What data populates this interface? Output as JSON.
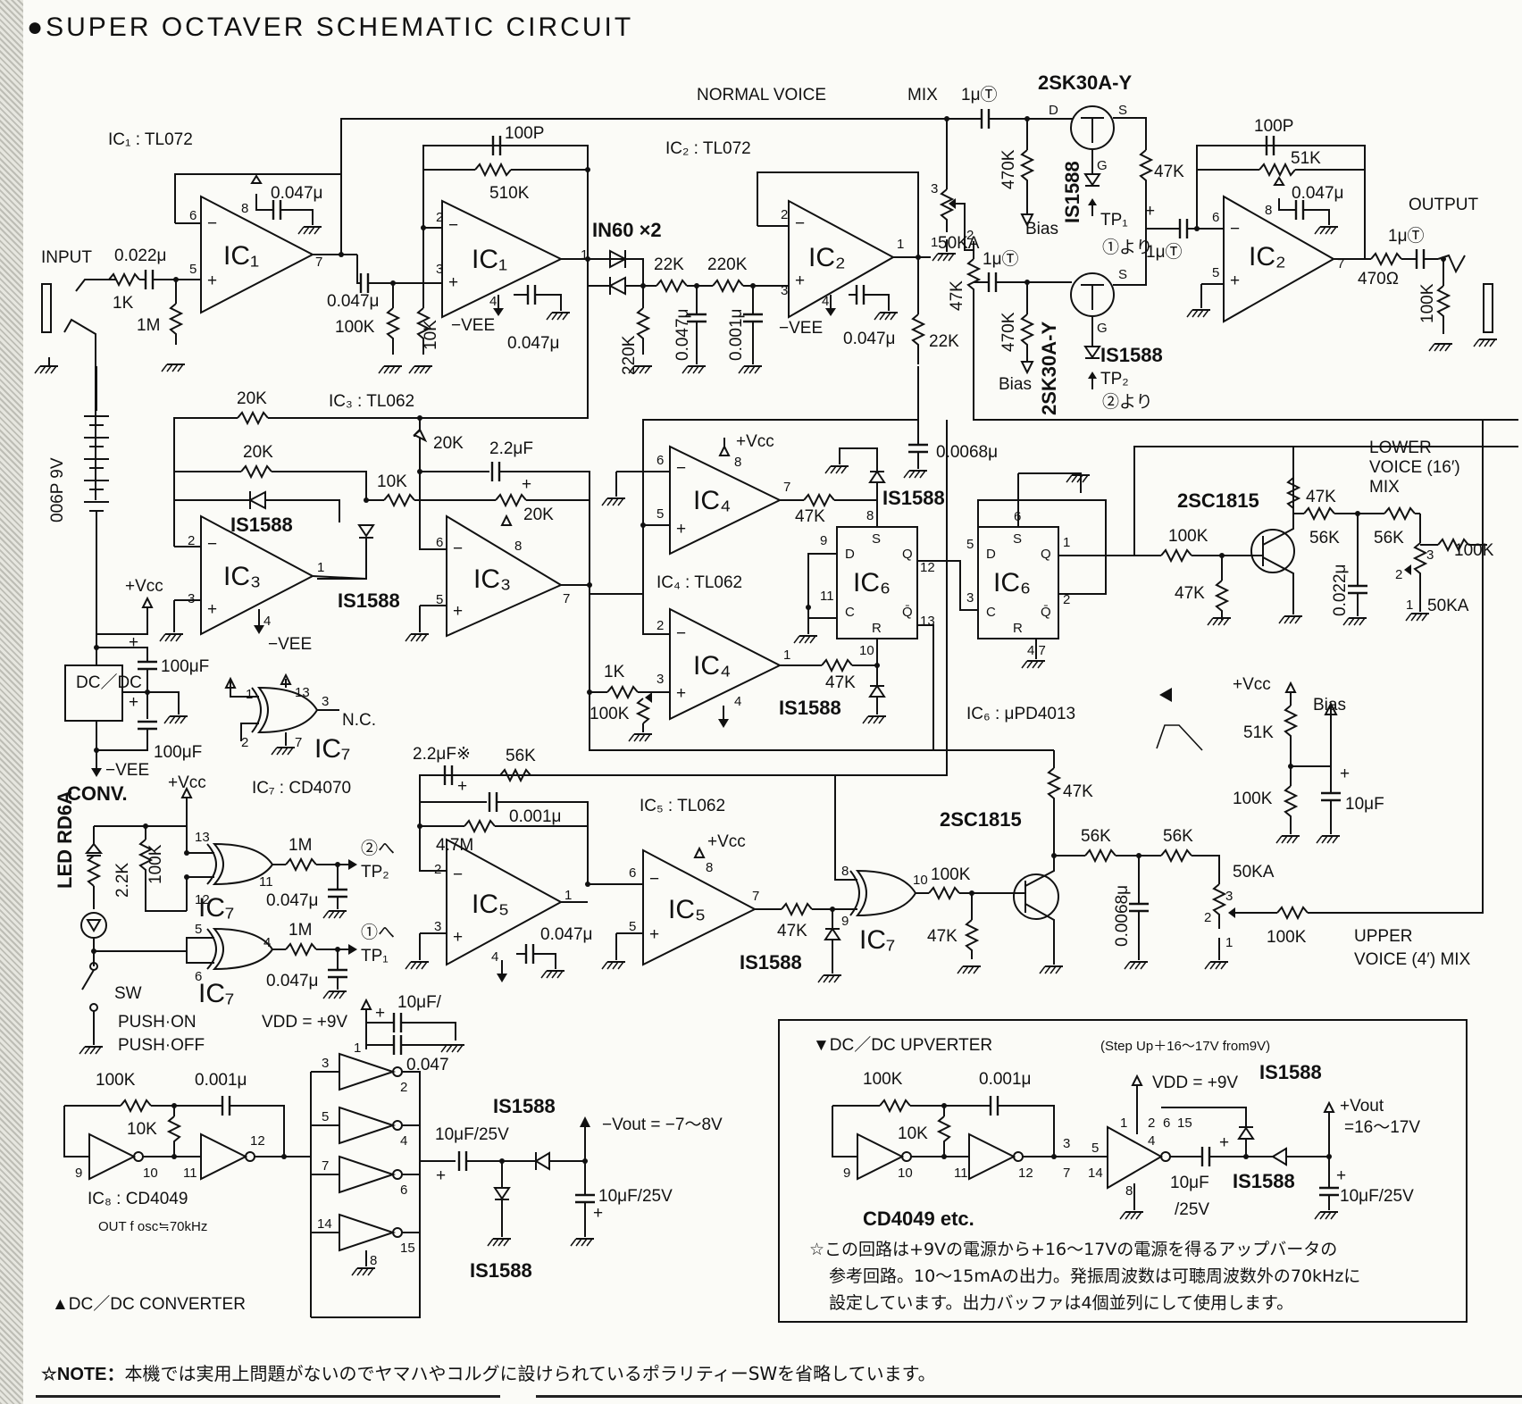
{
  "title": "●SUPER OCTAVER SCHEMATIC CIRCUIT",
  "section_labels": {
    "normal_voice": "NORMAL VOICE",
    "mix": "MIX",
    "output": "OUTPUT",
    "input": "INPUT",
    "lower_voice": [
      "LOWER",
      "VOICE (16′)",
      "MIX"
    ],
    "upper_voice": [
      "UPPER",
      "VOICE (4′) MIX"
    ],
    "conv": "CONV.",
    "dc_converter": "▲DC／DC  CONVERTER",
    "upverter_title": "▼DC／DC  UPVERTER",
    "upverter_sub": "(Step Up＋16～17V from9V)"
  },
  "ic_labels": {
    "ic1": "IC₁ : TL072",
    "ic2": "IC₂ : TL072",
    "ic3": "IC₃ : TL062",
    "ic4": "IC₄ : TL062",
    "ic5": "IC₅ : TL062",
    "ic6": "IC₆ : μPD4013",
    "ic7": "IC₇ : CD4070",
    "ic8": "IC₈ : CD4049",
    "ic8_note": "OUT f  osc≒70kHz",
    "cd4049_etc": "CD4049 etc.",
    "block_ic1": "IC₁",
    "block_ic2": "IC₂",
    "block_ic3": "IC₃",
    "block_ic4": "IC₄",
    "block_ic5": "IC₅",
    "block_ic6": "IC₆",
    "block_ic7": "IC₇"
  },
  "parts": {
    "jfet": "2SK30A-Y",
    "diode": "IS1588",
    "ge_diode": "IN60  ×2",
    "transistor": "2SC1815",
    "led": "LED RD6A",
    "battery": "006P  9V",
    "dcdc": "DC／DC",
    "sw": "SW",
    "sw_push_on": "PUSH·ON",
    "sw_push_off": "PUSH·OFF",
    "bias": "Bias",
    "tp1": "TP₁",
    "tp2": "TP₂",
    "tp1_ref": "①より",
    "tp2_ref": "②より",
    "tp1_to": "①へ",
    "tp2_to": "②へ",
    "nc": "N.C."
  },
  "values": {
    "r1k": "1K",
    "r1m": "1M",
    "r100k": "100K",
    "r10k": "10K",
    "r510k": "510K",
    "r22k": "22K",
    "r220k": "220K",
    "r20k": "20K",
    "r47k": "47K",
    "r51k": "51K",
    "r56k": "56K",
    "r470k": "470K",
    "r470": "470Ω",
    "r2_2k": "2.2K",
    "r4_7m": "4.7M",
    "pot50ka": "50KA",
    "c0022": "0.022μ",
    "c0047": "0.047μ",
    "c100p": "100P",
    "c0001": "0.001μ",
    "c00068": "0.0068μ",
    "c1t": "1μⓉ",
    "c22": "2.2μF",
    "c22x": "2.2μF※",
    "c100u": "100μF",
    "c10u": "10μF",
    "c10u25": "10μF/25V",
    "c10u_slash": "10μF/",
    "c0047b": "0.047",
    "vcc": "+Vcc",
    "vee": "−VEE",
    "vdd": "VDD = +9V",
    "vout_neg": "−Vout = −7～8V",
    "vout_pos": "+Vout",
    "vout_pos_val": "=16～17V"
  },
  "notes": {
    "upverter": [
      "☆この回路は+9Vの電源から+16～17Vの電源を得るアップバータの",
      "参考回路。10～15mAの出力。発振周波数は可聴周波数外の70kHzに",
      "設定しています。出力バッファは4個並列にして使用します。"
    ],
    "footer_label": "☆NOTE：",
    "footer": "本機では実用上問題がないのでヤマハやコルグに設けられているポラリティーSWを省略しています。"
  },
  "icons": {
    "bullet": "filled-circle",
    "ground": "ground-symbol",
    "arrow": "pointer-arrow"
  },
  "colors": {
    "ink": "#111111",
    "paper": "#fbfbf7"
  }
}
